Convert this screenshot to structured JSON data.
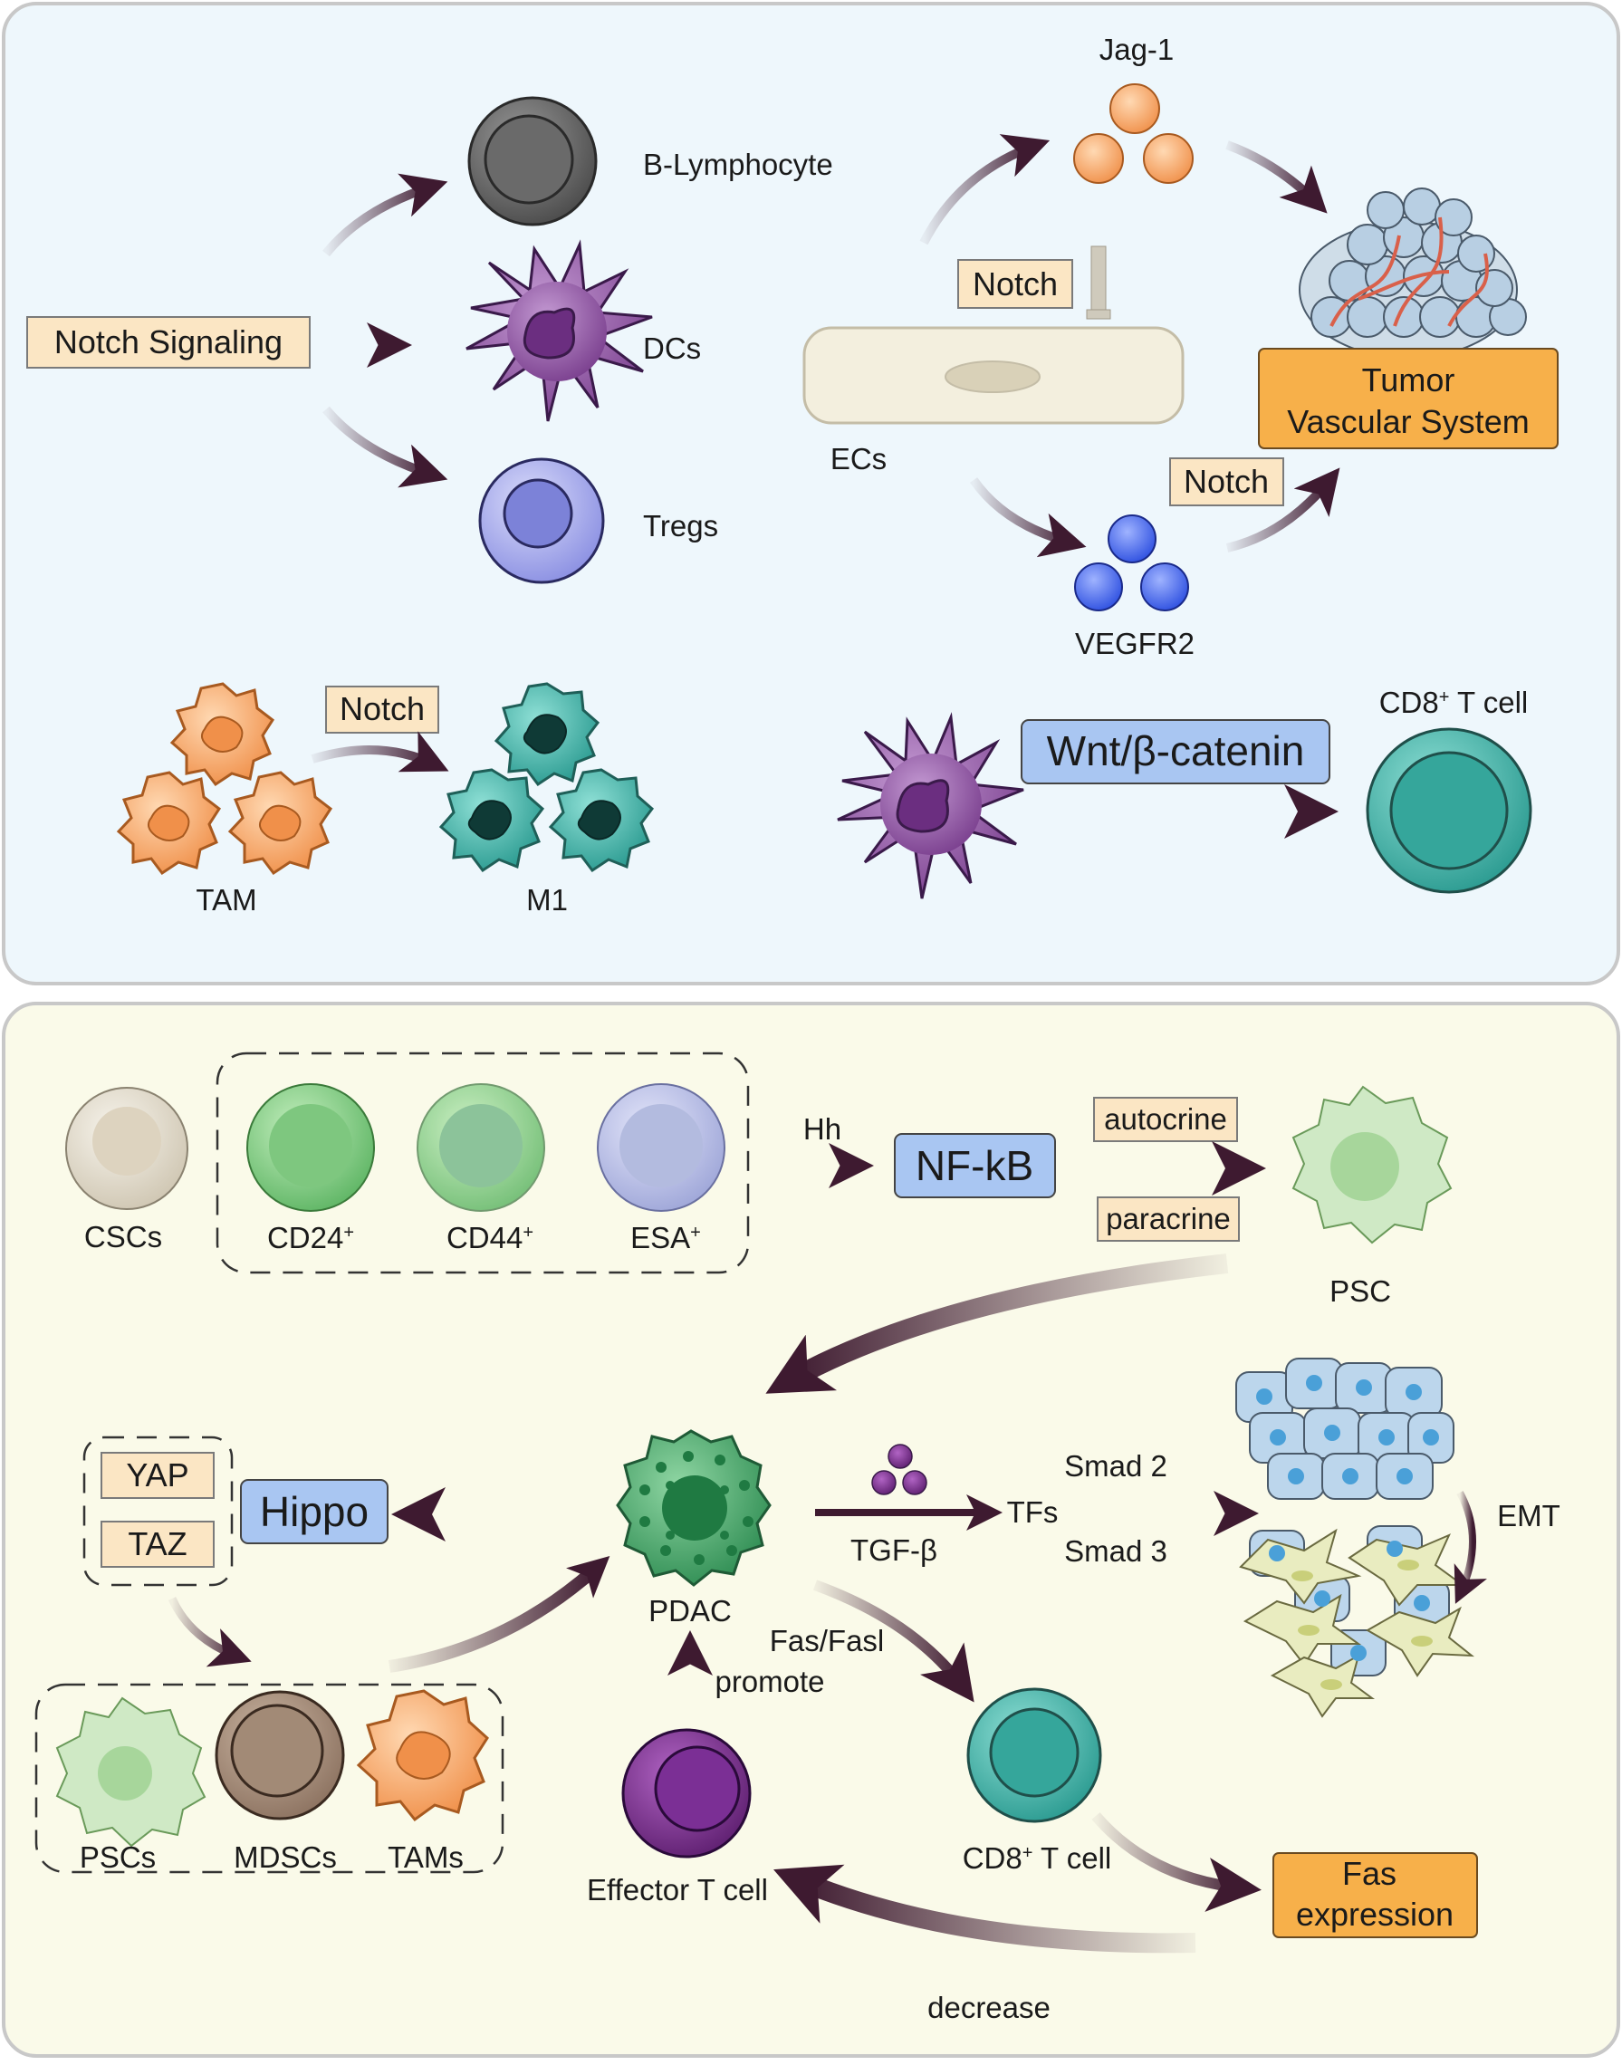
{
  "top_panel": {
    "notch_signaling": "Notch Signaling",
    "b_lymphocyte": "B-Lymphocyte",
    "dcs": "DCs",
    "tregs": "Tregs",
    "jag1": "Jag-1",
    "notch_ec": "Notch",
    "ecs": "ECs",
    "tumor_line1": "Tumor",
    "tumor_line2": "Vascular System",
    "notch_vegfr": "Notch",
    "vegfr2": "VEGFR2",
    "notch_tam": "Notch",
    "tam": "TAM",
    "m1": "M1",
    "wnt": "Wnt/β-catenin",
    "cd8_main": "CD8",
    "cd8_sup": "+",
    "cd8_rest": " T cell"
  },
  "bottom_panel": {
    "cscs": "CSCs",
    "cd24_main": "CD24",
    "cd24_sup": "+",
    "cd44_main": "CD44",
    "cd44_sup": "+",
    "esa_main": "ESA",
    "esa_sup": "+",
    "hh": "Hh",
    "nfkb": "NF-kB",
    "autocrine": "autocrine",
    "paracrine": "paracrine",
    "psc": "PSC",
    "yap": "YAP",
    "taz": "TAZ",
    "hippo": "Hippo",
    "pdac": "PDAC",
    "tgfb": "TGF-β",
    "tfs": "TFs",
    "smad2": "Smad 2",
    "smad3": "Smad 3",
    "emt": "EMT",
    "fas_fasl": "Fas/Fasl",
    "promote": "promote",
    "pscs": "PSCs",
    "mdscs": "MDSCs",
    "tams": "TAMs",
    "effector_t": "Effector T cell",
    "cd8_main": "CD8",
    "cd8_sup": "+",
    "cd8_rest": " T cell",
    "fas_line1": "Fas",
    "fas_line2": "expression",
    "decrease": "decrease"
  },
  "colors": {
    "top_bg": "#eef7fc",
    "bottom_bg": "#fafae9",
    "panel_border": "#c8c8c8",
    "label_box_fill": "#fbe6c4",
    "label_box_stroke": "#7a7a7a",
    "blue_box_fill": "#a9c6f2",
    "orange_box_fill": "#f7b04a",
    "arrow_dark": "#3e1a30",
    "dc_purple": "#8b4a9e",
    "treg_blue": "#9aa0ea",
    "teal": "#3fb3a8",
    "tam_orange": "#f5ae62",
    "pdac_green": "#3aa062"
  }
}
